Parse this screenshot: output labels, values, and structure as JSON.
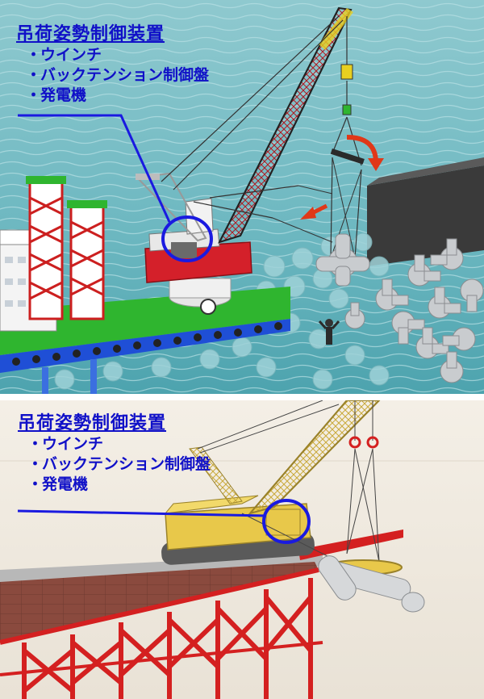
{
  "panels": [
    {
      "title": "吊荷姿勢制御装置",
      "items": [
        "ウインチ",
        "バックテンション制御盤",
        "発電機"
      ]
    },
    {
      "title": "吊荷姿勢制御装置",
      "items": [
        "ウインチ",
        "バックテンション制御盤",
        "発電機"
      ]
    }
  ],
  "bullet": "・",
  "colors": {
    "label_text": "#1010c8",
    "highlight_circle": "#1a1ae0",
    "crane_red": "#d4202a",
    "deck_green": "#2fb52f",
    "hull_blue": "#1f4fd6",
    "crane_yellow": "#e8c84a",
    "rotation_arrow": "#e03818",
    "trestle_red": "#d42020"
  },
  "icons": [
    "rotation-arrow-icon",
    "direction-arrow-icon"
  ]
}
